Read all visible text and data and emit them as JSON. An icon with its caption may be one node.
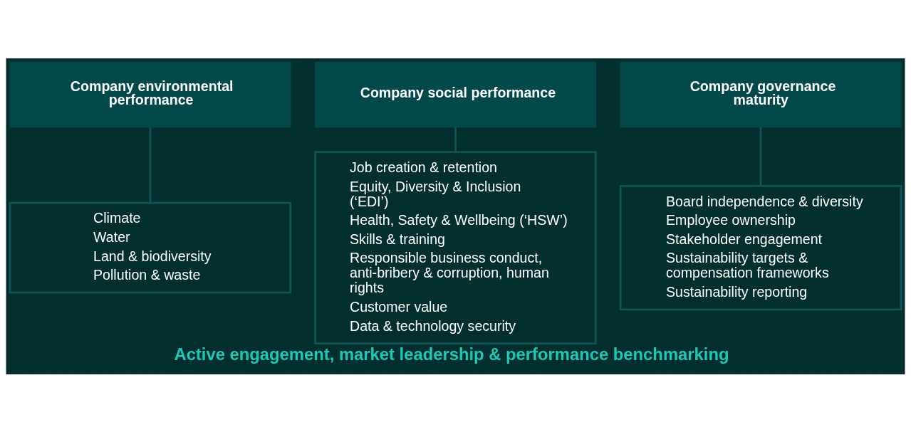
{
  "diagram": {
    "caption": "Active engagement, market leadership & performance benchmarking",
    "nodes": [
      {
        "text": [
          "Company environmental performance"
        ]
      },
      {
        "text": [
          "Company social performance"
        ]
      },
      {
        "text": [
          "Company governance maturity"
        ]
      },
      {
        "text": [
          "Climate",
          "Water",
          "Land & biodiversity",
          "Pollution & waste"
        ]
      },
      {
        "text": [
          "Job creation & retention",
          "Equity, Diversity & Inclusion (‘EDI’)",
          "Health, Safety & Wellbeing (‘HSW’)",
          "Skills & training",
          "Responsible business conduct, anti-bribery & corruption, human rights",
          "Customer value",
          "Data & technology security"
        ]
      },
      {
        "text": [
          "Board independence & diversity",
          "Employee ownership",
          "Stakeholder engagement",
          "Sustainability targets & compensation frameworks",
          "Sustainability reporting"
        ]
      }
    ],
    "edges": [
      {
        "from": 0,
        "to": 3,
        "arrow": "none"
      },
      {
        "from": 1,
        "to": 4,
        "arrow": "none"
      },
      {
        "from": 2,
        "to": 5,
        "arrow": "none"
      }
    ]
  }
}
